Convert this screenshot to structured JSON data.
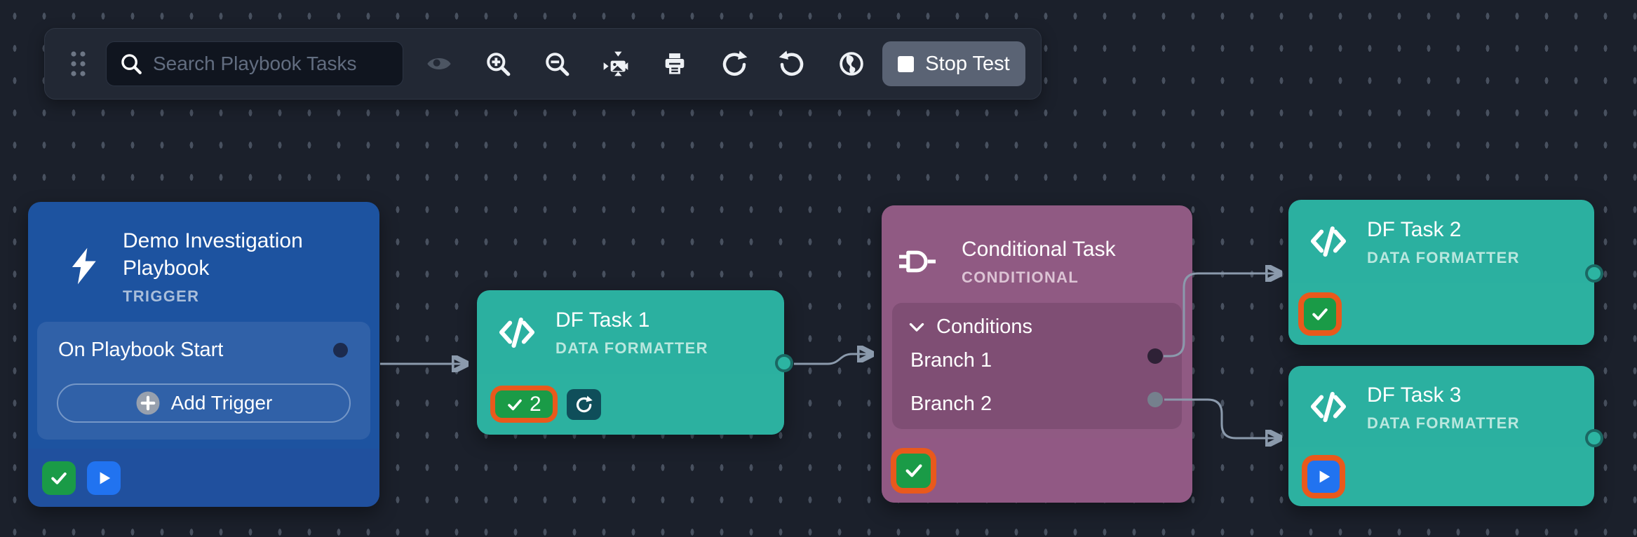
{
  "toolbar": {
    "search": {
      "placeholder": "Search Playbook Tasks"
    },
    "stop_test": {
      "label": "Stop Test"
    },
    "icon_names": [
      "drag-handle",
      "search",
      "visibility",
      "zoom-in",
      "zoom-out",
      "fit-to-screen",
      "print",
      "redo",
      "undo",
      "globe",
      "stop"
    ]
  },
  "nodes": {
    "trigger": {
      "title": "Demo Investigation Playbook",
      "type_label": "TRIGGER",
      "start_row_label": "On Playbook Start",
      "add_trigger_label": "Add Trigger"
    },
    "df1": {
      "title": "DF Task 1",
      "type_label": "DATA FORMATTER",
      "success_count": "2"
    },
    "conditional": {
      "title": "Conditional Task",
      "type_label": "CONDITIONAL",
      "conditions_label": "Conditions",
      "branch1_label": "Branch 1",
      "branch2_label": "Branch 2"
    },
    "df2": {
      "title": "DF Task 2",
      "type_label": "DATA FORMATTER"
    },
    "df3": {
      "title": "DF Task 3",
      "type_label": "DATA FORMATTER"
    }
  },
  "colors": {
    "canvas_bg": "#1b202b",
    "trigger_blue": "#1d53a0",
    "formatter_teal": "#2bb0a0",
    "conditional_mauve": "#905a83",
    "success_green": "#1a9b47",
    "run_blue": "#2173f0",
    "highlight_orange": "#e9591c",
    "wire_gray": "#8b9aac"
  }
}
